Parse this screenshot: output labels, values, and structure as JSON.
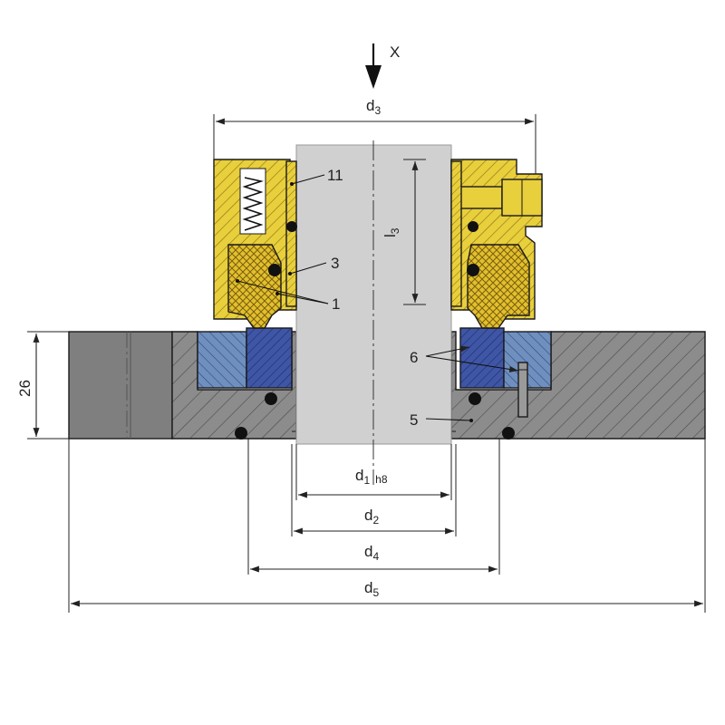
{
  "drawing": {
    "view_label": "X",
    "labels": {
      "d1": {
        "main": "d",
        "sub": "1",
        "suffix": "h8"
      },
      "d2": {
        "main": "d",
        "sub": "2"
      },
      "d3": {
        "main": "d",
        "sub": "3"
      },
      "d4": {
        "main": "d",
        "sub": "4"
      },
      "d5": {
        "main": "d",
        "sub": "5"
      },
      "l3": {
        "main": "l",
        "sub": "3"
      },
      "height": "26"
    },
    "callouts": {
      "p11": "11",
      "p3": "3",
      "p1": "1",
      "p6": "6",
      "p5": "5"
    },
    "colors": {
      "brass": "#e8cf3c",
      "brass_dark": "#c9a92a",
      "blue_dark": "#3f56a6",
      "blue_light": "#6f8fbf",
      "gland": "#8c8c8c",
      "gland_dark": "#6e6e6e",
      "shaft": "#d0d0d0",
      "oring": "#111111"
    }
  }
}
